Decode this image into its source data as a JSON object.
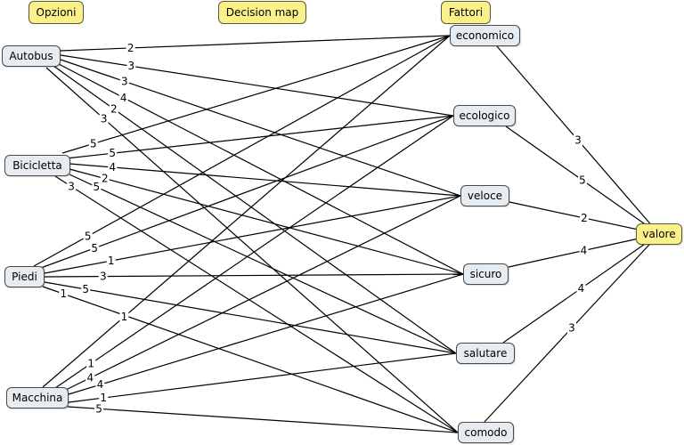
{
  "headers": {
    "options": "Opzioni",
    "title": "Decision map",
    "factors": "Fattori"
  },
  "options": [
    "Autobus",
    "Bicicletta",
    "Piedi",
    "Macchina"
  ],
  "factors": [
    "economico",
    "ecologico",
    "veloce",
    "sicuro",
    "salutare",
    "comodo"
  ],
  "result": "valore",
  "colors": {
    "node_fill": "#e6ecef",
    "highlight_fill": "#fbf18a",
    "edge": "#000000"
  },
  "edges": [
    {
      "from": "Autobus",
      "to": "economico",
      "weight": "2"
    },
    {
      "from": "Autobus",
      "to": "ecologico",
      "weight": "3"
    },
    {
      "from": "Autobus",
      "to": "veloce",
      "weight": "3"
    },
    {
      "from": "Autobus",
      "to": "sicuro",
      "weight": "4"
    },
    {
      "from": "Autobus",
      "to": "salutare",
      "weight": "2"
    },
    {
      "from": "Autobus",
      "to": "comodo",
      "weight": "3"
    },
    {
      "from": "Bicicletta",
      "to": "economico",
      "weight": "5"
    },
    {
      "from": "Bicicletta",
      "to": "ecologico",
      "weight": "5"
    },
    {
      "from": "Bicicletta",
      "to": "veloce",
      "weight": "4"
    },
    {
      "from": "Bicicletta",
      "to": "sicuro",
      "weight": "2"
    },
    {
      "from": "Bicicletta",
      "to": "salutare",
      "weight": "5"
    },
    {
      "from": "Bicicletta",
      "to": "comodo",
      "weight": "3"
    },
    {
      "from": "Piedi",
      "to": "economico",
      "weight": "5"
    },
    {
      "from": "Piedi",
      "to": "ecologico",
      "weight": "5"
    },
    {
      "from": "Piedi",
      "to": "veloce",
      "weight": "1"
    },
    {
      "from": "Piedi",
      "to": "sicuro",
      "weight": "3"
    },
    {
      "from": "Piedi",
      "to": "salutare",
      "weight": "5"
    },
    {
      "from": "Piedi",
      "to": "comodo",
      "weight": "1"
    },
    {
      "from": "Macchina",
      "to": "economico",
      "weight": "1"
    },
    {
      "from": "Macchina",
      "to": "ecologico",
      "weight": "1"
    },
    {
      "from": "Macchina",
      "to": "veloce",
      "weight": "4"
    },
    {
      "from": "Macchina",
      "to": "sicuro",
      "weight": "4"
    },
    {
      "from": "Macchina",
      "to": "salutare",
      "weight": "1"
    },
    {
      "from": "Macchina",
      "to": "comodo",
      "weight": "5"
    },
    {
      "from": "economico",
      "to": "valore",
      "weight": "3"
    },
    {
      "from": "ecologico",
      "to": "valore",
      "weight": "5"
    },
    {
      "from": "veloce",
      "to": "valore",
      "weight": "2"
    },
    {
      "from": "sicuro",
      "to": "valore",
      "weight": "4"
    },
    {
      "from": "salutare",
      "to": "valore",
      "weight": "4"
    },
    {
      "from": "comodo",
      "to": "valore",
      "weight": "3"
    }
  ]
}
